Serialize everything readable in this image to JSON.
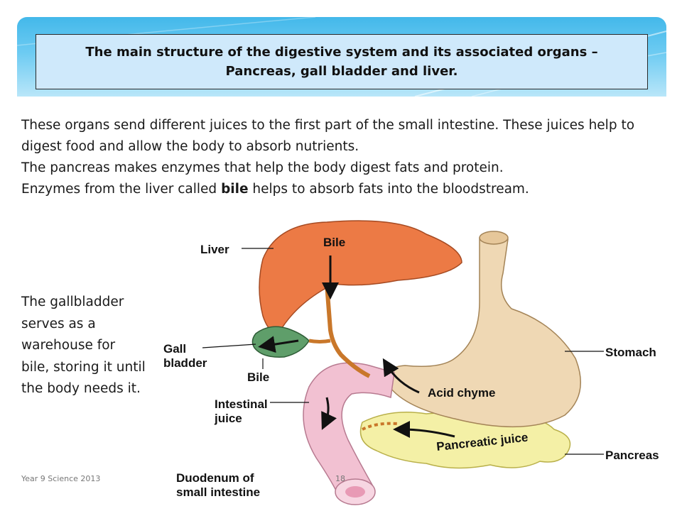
{
  "title": "The main structure of the digestive system and its associated organs –\nPancreas, gall bladder and liver.",
  "intro": {
    "line1": "These organs send different juices to the first part of the small intestine. These juices help to digest food and allow the body to absorb nutrients.",
    "line2": "The pancreas makes enzymes that help the body digest fats and protein.",
    "line3_before": "Enzymes from the liver called ",
    "line3_bold": "bile",
    "line3_after": " helps to absorb fats into the bloodstream."
  },
  "gallbladder_note": "The gallbladder serves as a warehouse for bile, storing it until the body needs it.",
  "diagram_labels": {
    "liver": "Liver",
    "bile_top": "Bile",
    "gall_line1": "Gall",
    "gall_line2": "bladder",
    "bile_bottom": "Bile",
    "stomach": "Stomach",
    "acid_chyme": "Acid chyme",
    "intestinal_line1": "Intestinal",
    "intestinal_line2": "juice",
    "pancreatic_juice": "Pancreatic juice",
    "pancreas": "Pancreas",
    "duodenum_line1": "Duodenum of",
    "duodenum_line2": "small intestine"
  },
  "footer": {
    "left": "Year 9 Science 2013",
    "page": "18"
  },
  "colors": {
    "banner": "#43b8ea",
    "title_box": "#cfe9fb",
    "liver": "#ec7a45",
    "gallbladder": "#5f9e6a",
    "stomach": "#efd8b4",
    "duodenum": "#f2c1d2",
    "pancreas": "#f4f0a6",
    "bile_duct": "#c9772a"
  }
}
